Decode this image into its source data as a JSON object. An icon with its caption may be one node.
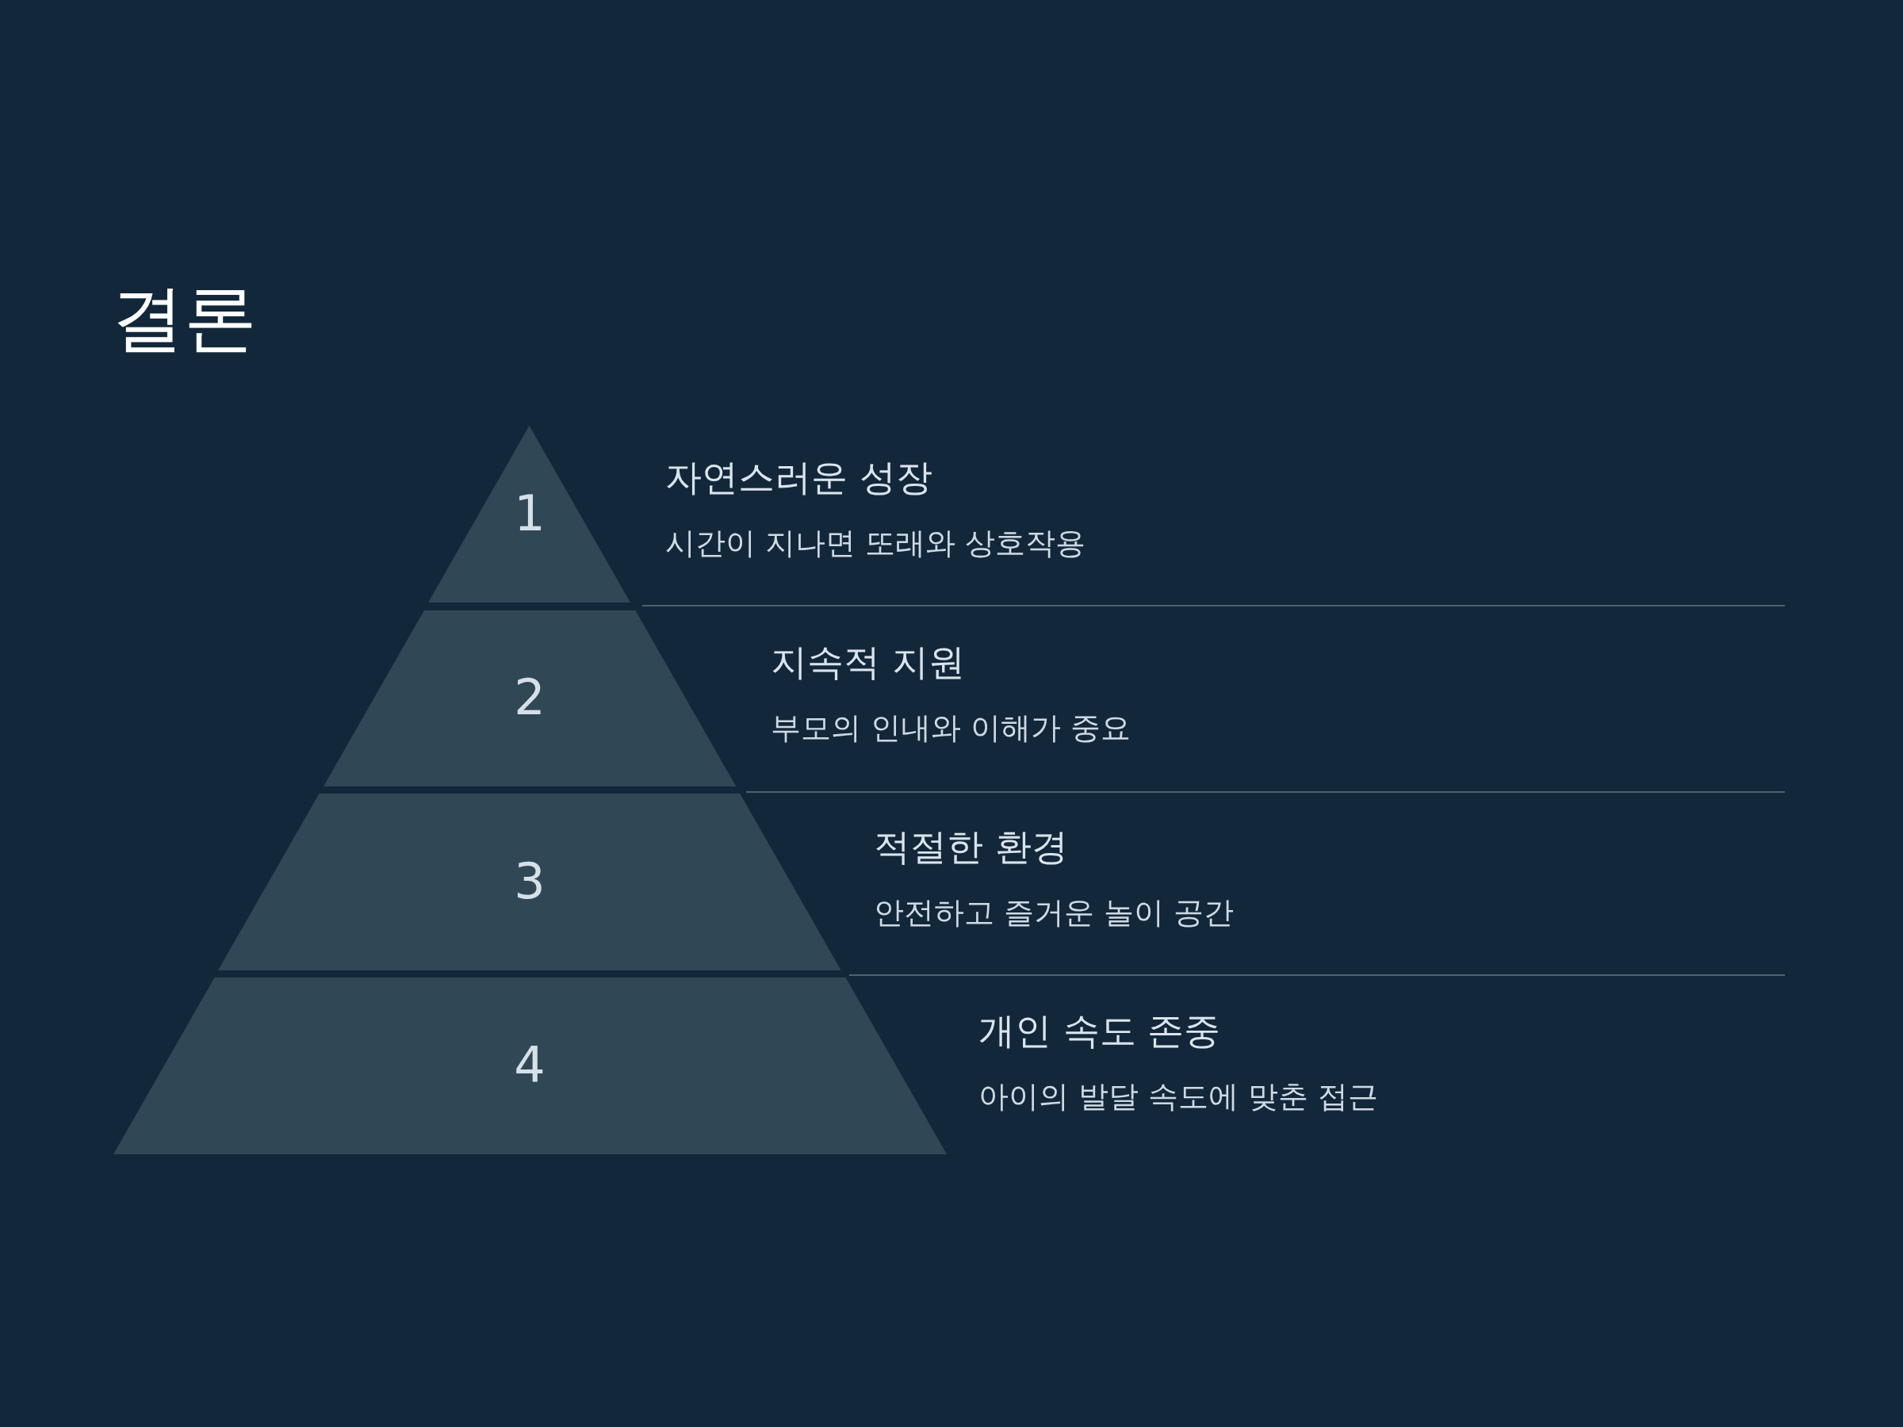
{
  "diagram": {
    "title": "결론",
    "nodes": [
      {
        "text": [
          "1"
        ],
        "beside": [
          "자연스러운 성장",
          "시간이 지나면 또래와 상호작용"
        ]
      },
      {
        "text": [
          "2"
        ],
        "beside": [
          "지속적 지원",
          "부모의 인내와 이해가 중요"
        ]
      },
      {
        "text": [
          "3"
        ],
        "beside": [
          "적절한 환경",
          "안전하고 즐거운 놀이 공간"
        ]
      },
      {
        "text": [
          "4"
        ],
        "beside": [
          "개인 속도 존중",
          "아이의 발달 속도에 맞춘 접근"
        ]
      }
    ],
    "edges": []
  }
}
